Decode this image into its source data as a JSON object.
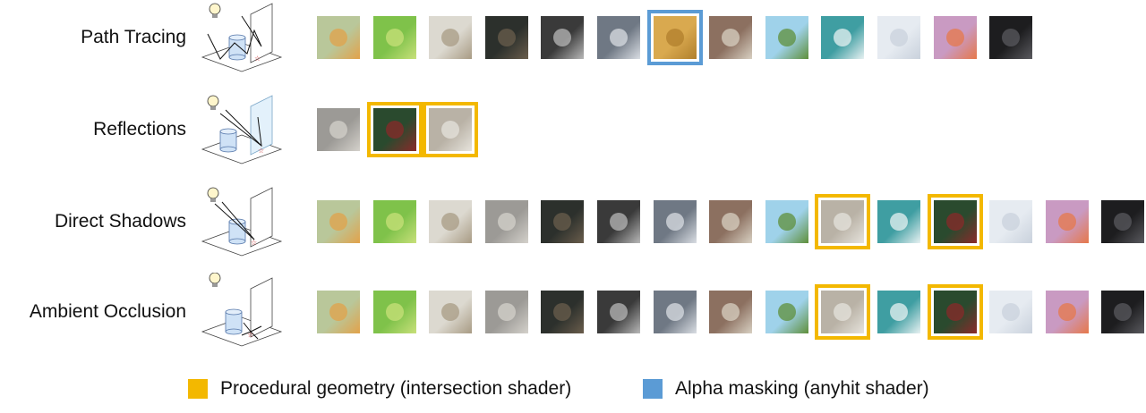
{
  "colors": {
    "procedural": "#f3b800",
    "alpha": "#5b9bd5"
  },
  "rows": [
    {
      "label": "Path Tracing",
      "diagram": "path-tracing",
      "thumbs": [
        {
          "name": "sunny-yard",
          "bg": "#b9c79a",
          "accent": "#e2a24a",
          "hl": ""
        },
        {
          "name": "grassy-car",
          "bg": "#7fc24a",
          "accent": "#c8e07a",
          "hl": ""
        },
        {
          "name": "sailboat",
          "bg": "#dcd9d0",
          "accent": "#a89b84",
          "hl": ""
        },
        {
          "name": "dark-corridor",
          "bg": "#2c302c",
          "accent": "#6a5d4c",
          "hl": ""
        },
        {
          "name": "red-green-box",
          "bg": "#3a3a3a",
          "accent": "#b8b8b8",
          "hl": ""
        },
        {
          "name": "city-block",
          "bg": "#6f7884",
          "accent": "#d9dde3",
          "hl": ""
        },
        {
          "name": "golden-foliage",
          "bg": "#d9a94f",
          "accent": "#b07f2c",
          "hl": "alpha"
        },
        {
          "name": "carousel",
          "bg": "#8c7060",
          "accent": "#d8d0c2",
          "hl": ""
        },
        {
          "name": "cartoon-runner",
          "bg": "#9fd2ea",
          "accent": "#5f8f3a",
          "hl": ""
        },
        {
          "name": "teal-cloud",
          "bg": "#3f9ea2",
          "accent": "#e8f1f2",
          "hl": ""
        },
        {
          "name": "white-sculpture",
          "bg": "#e6ebf1",
          "accent": "#c9d1dc",
          "hl": ""
        },
        {
          "name": "pink-toy",
          "bg": "#c99ac2",
          "accent": "#e6784a",
          "hl": ""
        },
        {
          "name": "dark-machinery",
          "bg": "#1d1d1f",
          "accent": "#5a5a5f",
          "hl": ""
        }
      ]
    },
    {
      "label": "Reflections",
      "diagram": "reflections",
      "thumbs": [
        {
          "name": "bathroom",
          "bg": "#9c9a96",
          "accent": "#d4d1cb",
          "hl": ""
        },
        {
          "name": "green-room",
          "bg": "#2a4a2e",
          "accent": "#8a2a2a",
          "hl": "procedural"
        },
        {
          "name": "sphere-pile",
          "bg": "#b9b2a6",
          "accent": "#e6e3dc",
          "hl": "procedural"
        }
      ]
    },
    {
      "label": "Direct Shadows",
      "diagram": "direct-shadows",
      "thumbs": [
        {
          "name": "sunny-yard",
          "bg": "#b9c79a",
          "accent": "#e2a24a",
          "hl": ""
        },
        {
          "name": "grassy-car",
          "bg": "#7fc24a",
          "accent": "#c8e07a",
          "hl": ""
        },
        {
          "name": "sailboat",
          "bg": "#dcd9d0",
          "accent": "#a89b84",
          "hl": ""
        },
        {
          "name": "bathroom",
          "bg": "#9c9a96",
          "accent": "#d4d1cb",
          "hl": ""
        },
        {
          "name": "dark-corridor",
          "bg": "#2c302c",
          "accent": "#6a5d4c",
          "hl": ""
        },
        {
          "name": "red-green-box",
          "bg": "#3a3a3a",
          "accent": "#b8b8b8",
          "hl": ""
        },
        {
          "name": "city-block",
          "bg": "#6f7884",
          "accent": "#d9dde3",
          "hl": ""
        },
        {
          "name": "carousel",
          "bg": "#8c7060",
          "accent": "#d8d0c2",
          "hl": ""
        },
        {
          "name": "cartoon-runner",
          "bg": "#9fd2ea",
          "accent": "#5f8f3a",
          "hl": ""
        },
        {
          "name": "sphere-pile",
          "bg": "#b9b2a6",
          "accent": "#e6e3dc",
          "hl": "procedural"
        },
        {
          "name": "teal-cloud",
          "bg": "#3f9ea2",
          "accent": "#e8f1f2",
          "hl": ""
        },
        {
          "name": "green-room",
          "bg": "#2a4a2e",
          "accent": "#8a2a2a",
          "hl": "procedural"
        },
        {
          "name": "white-sculpture",
          "bg": "#e6ebf1",
          "accent": "#c9d1dc",
          "hl": ""
        },
        {
          "name": "pink-toy",
          "bg": "#c99ac2",
          "accent": "#e6784a",
          "hl": ""
        },
        {
          "name": "dark-machinery",
          "bg": "#1d1d1f",
          "accent": "#5a5a5f",
          "hl": ""
        }
      ]
    },
    {
      "label": "Ambient Occlusion",
      "diagram": "ambient-occlusion",
      "thumbs": [
        {
          "name": "sunny-yard",
          "bg": "#b9c79a",
          "accent": "#e2a24a",
          "hl": ""
        },
        {
          "name": "grassy-car",
          "bg": "#7fc24a",
          "accent": "#c8e07a",
          "hl": ""
        },
        {
          "name": "sailboat",
          "bg": "#dcd9d0",
          "accent": "#a89b84",
          "hl": ""
        },
        {
          "name": "bathroom",
          "bg": "#9c9a96",
          "accent": "#d4d1cb",
          "hl": ""
        },
        {
          "name": "dark-corridor",
          "bg": "#2c302c",
          "accent": "#6a5d4c",
          "hl": ""
        },
        {
          "name": "red-green-box",
          "bg": "#3a3a3a",
          "accent": "#b8b8b8",
          "hl": ""
        },
        {
          "name": "city-block",
          "bg": "#6f7884",
          "accent": "#d9dde3",
          "hl": ""
        },
        {
          "name": "carousel",
          "bg": "#8c7060",
          "accent": "#d8d0c2",
          "hl": ""
        },
        {
          "name": "cartoon-runner",
          "bg": "#9fd2ea",
          "accent": "#5f8f3a",
          "hl": ""
        },
        {
          "name": "sphere-pile",
          "bg": "#b9b2a6",
          "accent": "#e6e3dc",
          "hl": "procedural"
        },
        {
          "name": "teal-cloud",
          "bg": "#3f9ea2",
          "accent": "#e8f1f2",
          "hl": ""
        },
        {
          "name": "green-room",
          "bg": "#2a4a2e",
          "accent": "#8a2a2a",
          "hl": "procedural"
        },
        {
          "name": "white-sculpture",
          "bg": "#e6ebf1",
          "accent": "#c9d1dc",
          "hl": ""
        },
        {
          "name": "pink-toy",
          "bg": "#c99ac2",
          "accent": "#e6784a",
          "hl": ""
        },
        {
          "name": "dark-machinery",
          "bg": "#1d1d1f",
          "accent": "#5a5a5f",
          "hl": ""
        }
      ]
    }
  ],
  "legend": [
    {
      "label": "Procedural geometry (intersection shader)",
      "color_key": "procedural"
    },
    {
      "label": "Alpha masking (anyhit shader)",
      "color_key": "alpha"
    }
  ]
}
